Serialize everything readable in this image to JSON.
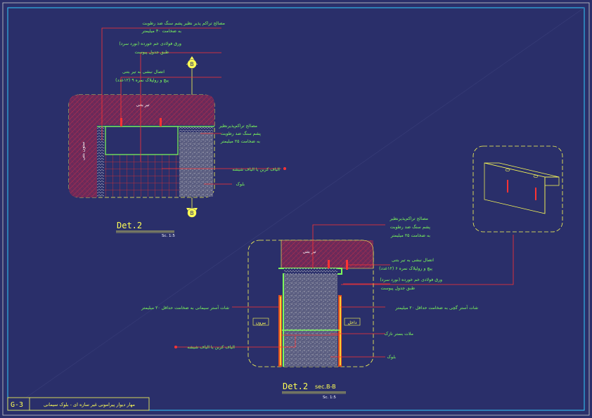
{
  "det1": {
    "title": "Det.2",
    "scale": "Sc. 1:5",
    "beam_label": "تیر بتنی",
    "column_label": "ستون بتنی",
    "notes": [
      "مصالح تراکم پذیر نظیر پشم سنگ ضد رطوبت",
      "به ضخامت ۳۰ میلیمتر",
      "ورق فولادی خم خورده (نورد سرد)",
      "طبق جدول پیوست",
      "اتصال نبشی به تیر بتنی",
      "پیچ و رولپلاک نمره ۹ (۱۲عدد)",
      "مصالح تراکم‌پذیرنظیر",
      "پشم سنگ ضد رطوبت",
      "به ضخامت ۲۵ میلیمتر",
      "الیاف کربن یا الیاف شیشه",
      "بلوک"
    ],
    "section_marker": "B"
  },
  "det2": {
    "title": "Det.2",
    "subtitle": "sec.B-B",
    "scale": "Sc. 1:5",
    "beam_label": "تیر بتنی",
    "outside_label": "بیرون",
    "inside_label": "داخل",
    "notes": [
      "مصالح تراکم‌پذیرنظیر",
      "پشم سنگ ضد رطوبت",
      "به ضخامت ۲۵ میلیمتر",
      "اتصال نبشی به تیر بتنی",
      "پیچ و رولپلاک نمره ۶ (۱۲عدد)",
      "ورق فولادی خم خورده (نورد سرد)",
      "طبق جدول پیوست",
      "شات آستر سیمانی به ضخامت حداقل ۲۰ میلیمتر",
      "شات آستر گچی به ضخامت حداقل ۲۰ میلیمتر",
      "ملات بستر نازک",
      "الیاف کربن یا الیاف شیشه",
      "بلوک"
    ]
  },
  "title_block": {
    "code": "G-3",
    "title": "مهار دیوار پیرامونی غیر سازه ای - بلوک سیمانی"
  },
  "colors": {
    "background": "#2a2f6a",
    "frame": "#33ccff",
    "outline": "#ffff55",
    "leader": "#ff3333",
    "text": "#7dff5a",
    "block": "#cccccc"
  }
}
